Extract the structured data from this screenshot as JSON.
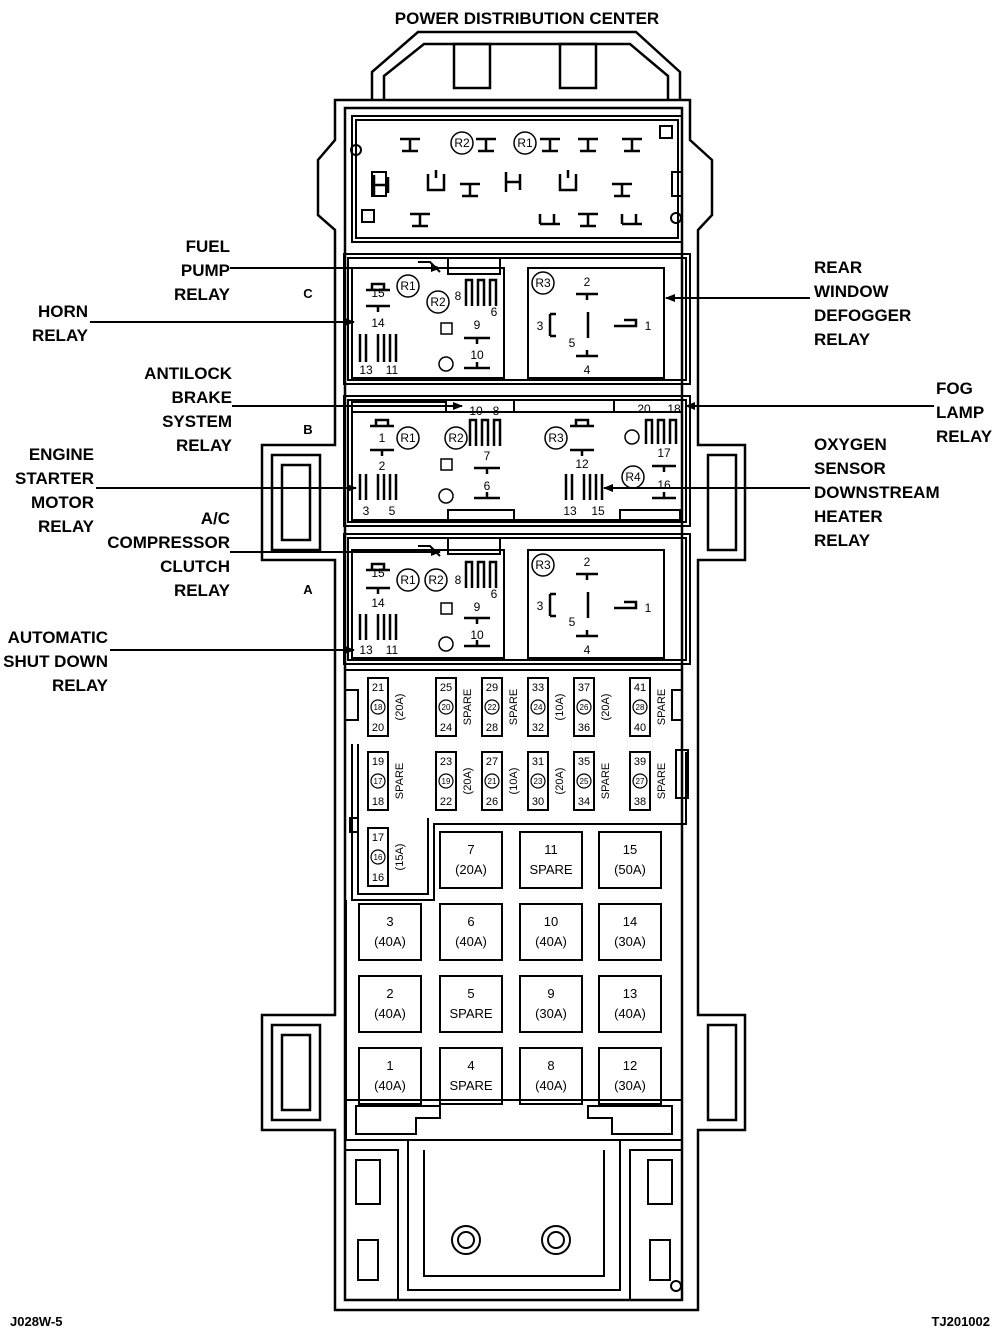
{
  "title": "POWER DISTRIBUTION CENTER",
  "footer": {
    "left_code": "J028W-5",
    "right_code": "TJ201002"
  },
  "row_letters": {
    "c": "C",
    "b": "B",
    "a": "A"
  },
  "left_labels": [
    {
      "id": "fuel-pump",
      "lines": [
        "FUEL",
        "PUMP",
        "RELAY"
      ]
    },
    {
      "id": "horn",
      "lines": [
        "HORN",
        "RELAY"
      ]
    },
    {
      "id": "antilock",
      "lines": [
        "ANTILOCK",
        "BRAKE",
        "SYSTEM",
        "RELAY"
      ]
    },
    {
      "id": "engine-starter",
      "lines": [
        "ENGINE",
        "STARTER",
        "MOTOR",
        "RELAY"
      ]
    },
    {
      "id": "ac-compressor",
      "lines": [
        "A/C",
        "COMPRESSOR",
        "CLUTCH",
        "RELAY"
      ]
    },
    {
      "id": "auto-shutdown",
      "lines": [
        "AUTOMATIC",
        "SHUT DOWN",
        "RELAY"
      ]
    }
  ],
  "right_labels": [
    {
      "id": "rear-defogger",
      "lines": [
        "REAR",
        "WINDOW",
        "DEFOGGER",
        "RELAY"
      ]
    },
    {
      "id": "fog-lamp",
      "lines": [
        "FOG",
        "LAMP",
        "RELAY"
      ]
    },
    {
      "id": "oxygen-sensor",
      "lines": [
        "OXYGEN",
        "SENSOR",
        "DOWNSTREAM",
        "HEATER",
        "RELAY"
      ]
    }
  ],
  "relay_markers": {
    "r1": "R1",
    "r2": "R2",
    "r3": "R3",
    "r4": "R4"
  },
  "row_c": {
    "pins_left": [
      "15",
      "14",
      "13",
      "11"
    ],
    "pins_mid": [
      "8",
      "6",
      "9",
      "10"
    ],
    "pins_right": [
      "2",
      "3",
      "1",
      "5",
      "4"
    ]
  },
  "row_b": {
    "pins_left": [
      "1",
      "2",
      "3",
      "5"
    ],
    "pins_top": [
      "10",
      "8"
    ],
    "pins_mid": [
      "7",
      "6"
    ],
    "pins_r3": [
      "12",
      "13",
      "15"
    ],
    "pins_far": [
      "20",
      "18",
      "17",
      "16"
    ]
  },
  "row_a": {
    "pins_left": [
      "15",
      "14",
      "13",
      "11"
    ],
    "pins_mid": [
      "8",
      "6",
      "9",
      "10"
    ],
    "pins_right": [
      "2",
      "3",
      "1",
      "5",
      "4"
    ]
  },
  "mini_fuses": [
    {
      "top": "21",
      "num": "18",
      "bot": "20",
      "rating": "(20A)"
    },
    {
      "top": "25",
      "num": "20",
      "bot": "24",
      "rating": "SPARE"
    },
    {
      "top": "29",
      "num": "22",
      "bot": "28",
      "rating": "SPARE"
    },
    {
      "top": "33",
      "num": "24",
      "bot": "32",
      "rating": "(10A)"
    },
    {
      "top": "37",
      "num": "26",
      "bot": "36",
      "rating": "(20A)"
    },
    {
      "top": "41",
      "num": "28",
      "bot": "40",
      "rating": "SPARE"
    },
    {
      "top": "19",
      "num": "17",
      "bot": "18",
      "rating": "SPARE"
    },
    {
      "top": "23",
      "num": "19",
      "bot": "22",
      "rating": "(20A)"
    },
    {
      "top": "27",
      "num": "21",
      "bot": "26",
      "rating": "(10A)"
    },
    {
      "top": "31",
      "num": "23",
      "bot": "30",
      "rating": "(20A)"
    },
    {
      "top": "35",
      "num": "25",
      "bot": "34",
      "rating": "SPARE"
    },
    {
      "top": "39",
      "num": "27",
      "bot": "38",
      "rating": "SPARE"
    },
    {
      "top": "17",
      "num": "16",
      "bot": "16",
      "rating": "(15A)"
    }
  ],
  "maxi_fuses": [
    {
      "num": "7",
      "rating": "(20A)"
    },
    {
      "num": "11",
      "rating": "SPARE"
    },
    {
      "num": "15",
      "rating": "(50A)"
    },
    {
      "num": "3",
      "rating": "(40A)"
    },
    {
      "num": "6",
      "rating": "(40A)"
    },
    {
      "num": "10",
      "rating": "(40A)"
    },
    {
      "num": "14",
      "rating": "(30A)"
    },
    {
      "num": "2",
      "rating": "(40A)"
    },
    {
      "num": "5",
      "rating": "SPARE"
    },
    {
      "num": "9",
      "rating": "(30A)"
    },
    {
      "num": "13",
      "rating": "(40A)"
    },
    {
      "num": "1",
      "rating": "(40A)"
    },
    {
      "num": "4",
      "rating": "SPARE"
    },
    {
      "num": "8",
      "rating": "(40A)"
    },
    {
      "num": "12",
      "rating": "(30A)"
    }
  ]
}
